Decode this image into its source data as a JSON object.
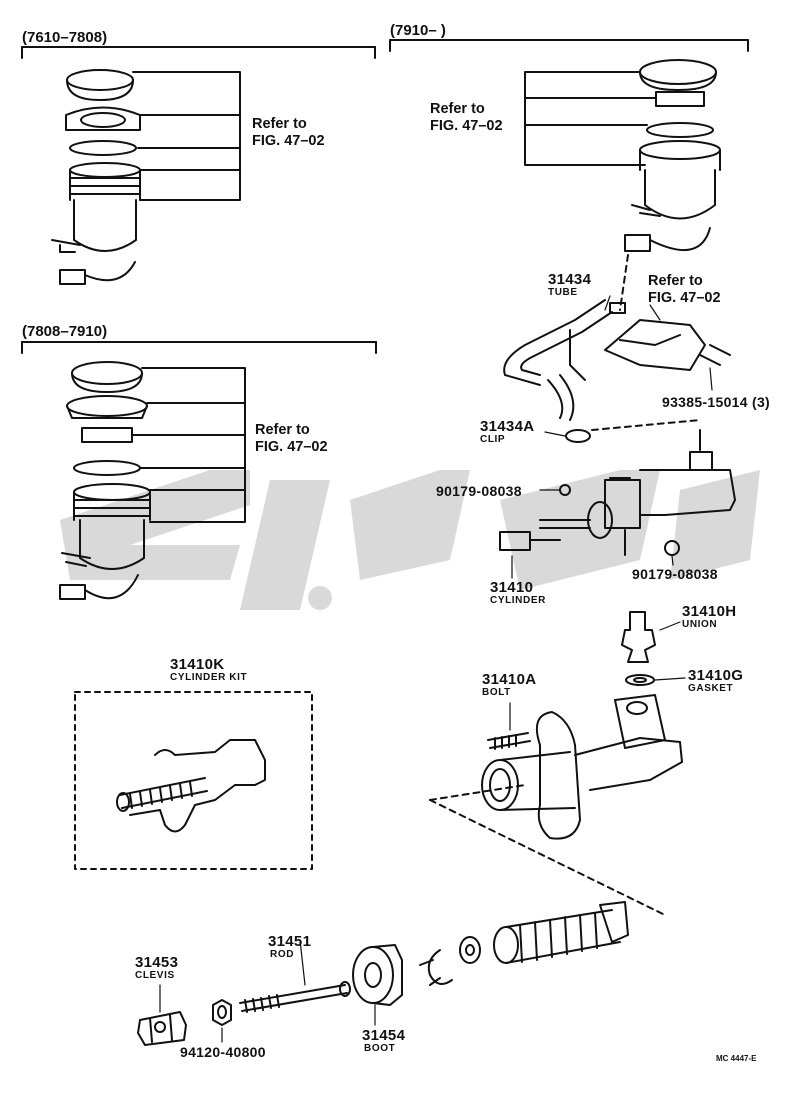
{
  "headers": {
    "h1": "(7610–7808)",
    "h2": "(7910–      )",
    "h3": "(7808–7910)"
  },
  "refs": {
    "r1": "Refer to\nFIG. 47–02",
    "r2": "Refer to\nFIG. 47–02",
    "r3": "Refer to\nFIG. 47–02",
    "r4": "Refer to\nFIG. 47–02"
  },
  "parts": {
    "p31434": {
      "num": "31434",
      "name": "TUBE"
    },
    "p31434A": {
      "num": "31434A",
      "name": "CLIP"
    },
    "p93385": {
      "num": "93385-15014 (3)"
    },
    "p90179a": {
      "num": "90179-08038"
    },
    "p90179b": {
      "num": "90179-08038"
    },
    "p31410": {
      "num": "31410",
      "name": "CYLINDER"
    },
    "p31410H": {
      "num": "31410H",
      "name": "UNION"
    },
    "p31410G": {
      "num": "31410G",
      "name": "GASKET"
    },
    "p31410A": {
      "num": "31410A",
      "name": "BOLT"
    },
    "p31410K": {
      "num": "31410K",
      "name": "CYLINDER KIT"
    },
    "p31451": {
      "num": "31451",
      "name": "ROD"
    },
    "p31453": {
      "num": "31453",
      "name": "CLEVIS"
    },
    "p31454": {
      "num": "31454",
      "name": "BOOT"
    },
    "p94120": {
      "num": "94120-40800"
    }
  },
  "code": "MC 4447-E",
  "colors": {
    "ink": "#111111",
    "watermark": "#d9d9d9"
  }
}
